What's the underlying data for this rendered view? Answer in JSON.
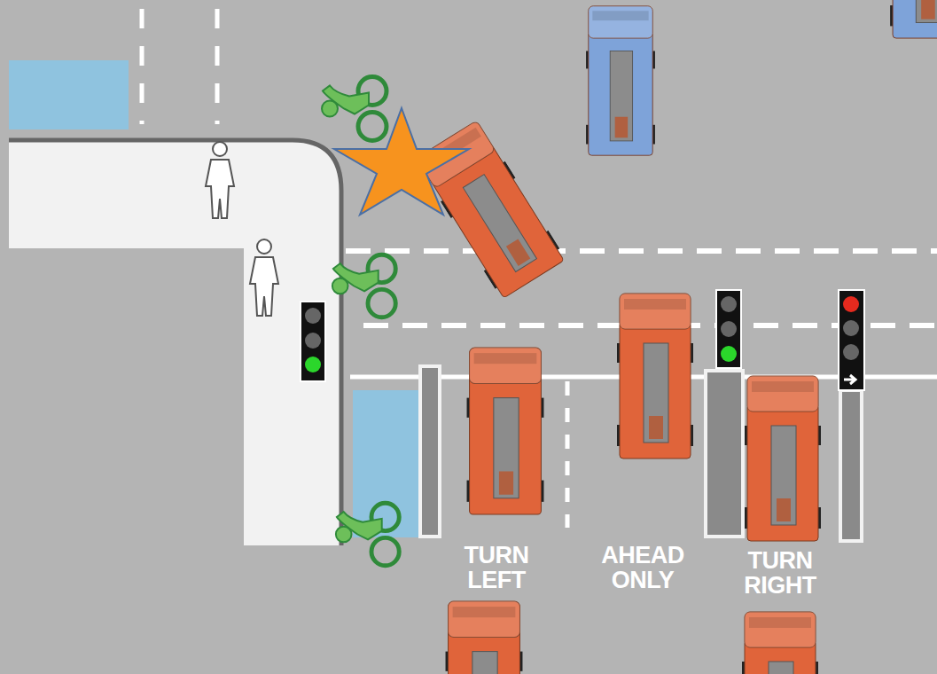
{
  "diagram": {
    "labels": [
      "TURN LEFT",
      "AHEAD ONLY",
      "TURN RIGHT"
    ]
  }
}
